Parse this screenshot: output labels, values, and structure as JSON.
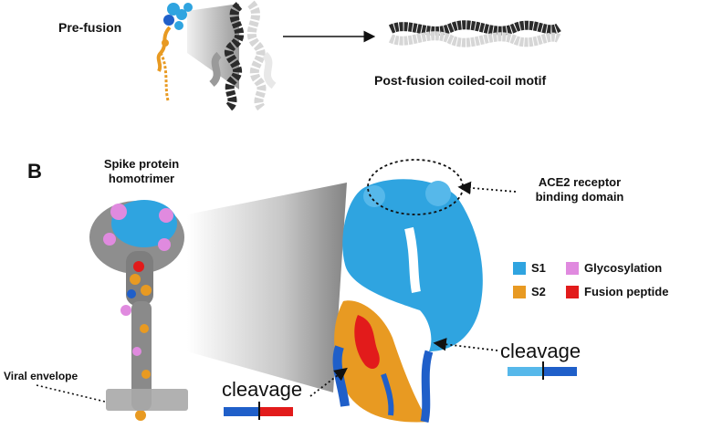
{
  "panel_a": {
    "prefusion_label": "Pre-fusion",
    "postfusion_label": "Post-fusion coiled-coil motif"
  },
  "panel_b": {
    "panel_letter": "B",
    "spike_label_line1": "Spike protein",
    "spike_label_line2": "homotrimer",
    "ace2_label_line1": "ACE2 receptor",
    "ace2_label_line2": "binding domain",
    "viral_envelope_label": "Viral envelope",
    "cleavage_left": "cleavage",
    "cleavage_right": "cleavage"
  },
  "legend": [
    {
      "label": "S1",
      "color": "#2fa4e0"
    },
    {
      "label": "S2",
      "color": "#e89a22"
    },
    {
      "label": "Glycosylation",
      "color": "#e08adf"
    },
    {
      "label": "Fusion peptide",
      "color": "#e21b1b"
    }
  ],
  "colors": {
    "s1": "#2fa4e0",
    "s2": "#e89a22",
    "glyco": "#e08adf",
    "fusion": "#e21b1b",
    "dark_blue": "#1f5fc9",
    "envelope": "#a8a8a8",
    "helix_dark": "#2b2b2b",
    "helix_light": "#d6d6d6"
  }
}
